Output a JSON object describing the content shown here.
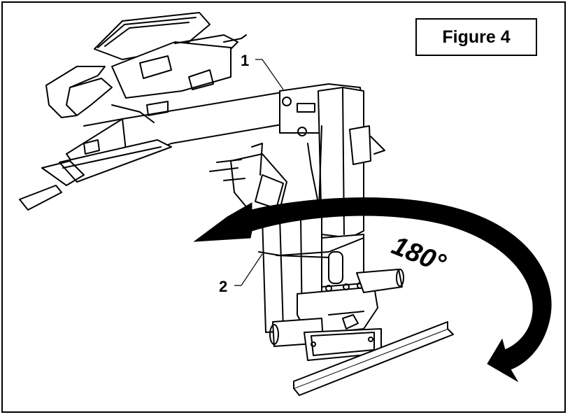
{
  "figure": {
    "label": "Figure 4"
  },
  "callouts": {
    "one": "1",
    "two": "2"
  },
  "rotation": {
    "angle_label": "180°"
  },
  "colors": {
    "line": "#000000",
    "arrow": "#000000",
    "background": "#ffffff"
  }
}
